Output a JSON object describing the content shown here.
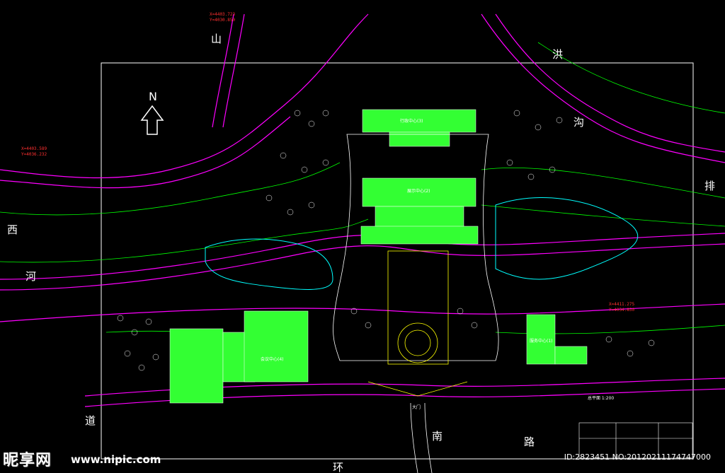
{
  "north_label": "N",
  "road_labels": {
    "shan": "山",
    "hong": "洪",
    "gou": "沟",
    "pai": "排",
    "he": "河",
    "huan": "环",
    "dao": "道",
    "nan": "南",
    "lu": "路",
    "xi": "西"
  },
  "building_labels": {
    "admin_center": "行政中心(3)",
    "exhibition_center": "展示中心(2)",
    "art_center": "会议中心(4)",
    "service_center": "服务中心(1)",
    "main_entrance": "大门",
    "scale_note": "总平面 1:200"
  },
  "coords": [
    "X=4403.723",
    "Y=4030.850",
    "X=4403.589",
    "Y=4036.232",
    "X=4411.275",
    "Y=4034.850"
  ],
  "watermark": {
    "logo": "昵享网",
    "url": "www.nipic.com",
    "id_text": "ID:2823451 NO:20120211174747000"
  },
  "colors": {
    "background": "#000000",
    "road": "#ff00ff",
    "contour": "#00ff00",
    "water": "#00ffff",
    "building_fill": "#33ff33",
    "coord_text": "#ff2020",
    "tree": "#ffffff",
    "boundary": "#ffffff"
  }
}
